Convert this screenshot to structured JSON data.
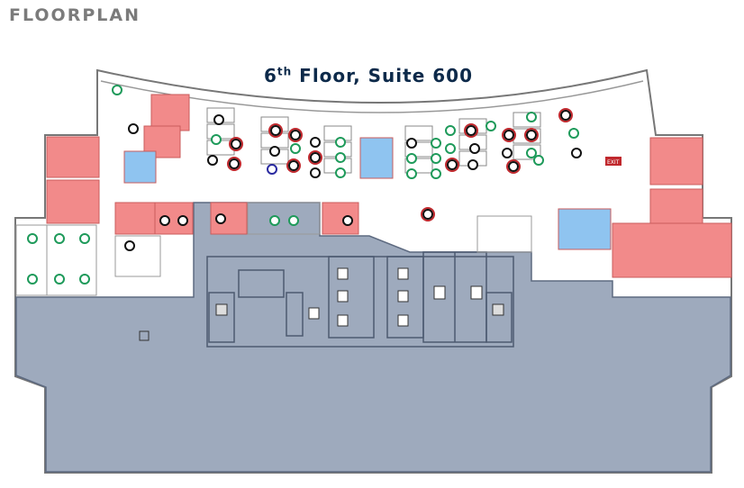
{
  "header": {
    "label": "FLOORPLAN"
  },
  "plan": {
    "title_prefix": "6",
    "title_sup": "th",
    "title_rest": " Floor, Suite 600",
    "exit_sign": "EXIT"
  },
  "colors": {
    "occupied_room": "#f28a8a",
    "meeting_room": "#8fc4f0",
    "core": "#9eaabd",
    "available_seat": "#1e9a5a",
    "occupied_seat": "#111111",
    "flagged_seat": "#c0282d"
  }
}
